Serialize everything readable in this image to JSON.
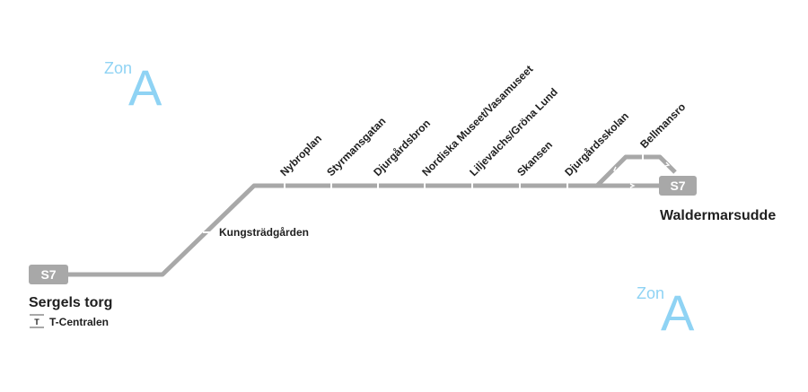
{
  "line": {
    "name": "S7",
    "color": "#a8a8a8",
    "badge_text_color": "#ffffff"
  },
  "zones": [
    {
      "word": "Zon",
      "letter": "A",
      "color": "#8fd3f4"
    },
    {
      "word": "Zon",
      "letter": "A",
      "color": "#8fd3f4"
    }
  ],
  "terminals": {
    "start": {
      "name": "Sergels torg",
      "badge": "S7",
      "transfer_icon": "T",
      "transfer_label": "T-Centralen"
    },
    "end": {
      "name": "Waldermarsudde",
      "badge": "S7"
    }
  },
  "stations": [
    "Kungsträdgården",
    "Nybroplan",
    "Styrmansgatan",
    "Djurgårdsbron",
    "Nordiska Museet/Vasamuseet",
    "Liljevalchs/Gröna Lund",
    "Skansen",
    "Djurgårdsskolan",
    "Bellmansro"
  ]
}
